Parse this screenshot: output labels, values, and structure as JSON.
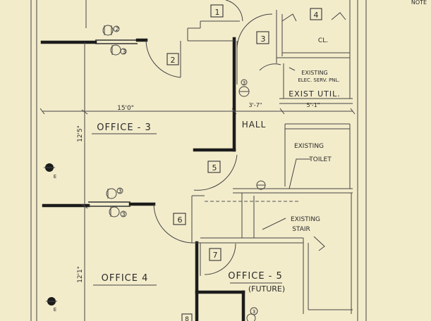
{
  "rooms": {
    "office3": "OFFICE - 3",
    "office4": "OFFICE 4",
    "office5": "OFFICE - 5",
    "office5_note": "(FUTURE)",
    "hall": "HALL",
    "closet": "CL.",
    "exist_util": "EXIST UTIL."
  },
  "notes": {
    "existing_elec_1": "EXISTING",
    "existing_elec_2": "ELEC. SERV. PNL.",
    "existing_toilet_1": "EXISTING",
    "existing_toilet_2": "TOILET",
    "existing_stair_1": "EXISTING",
    "existing_stair_2": "STAIR",
    "corner_note": "NOTE"
  },
  "dimensions": {
    "office3_width": "15'0\"",
    "office3_depth": "12'5\"",
    "hall_width": "3'-7\"",
    "util_width": "5'-1\"",
    "office4_depth": "12'1\""
  },
  "door_tags": [
    "1",
    "2",
    "3",
    "4",
    "5",
    "6",
    "7",
    "8"
  ],
  "fixture_tags": {
    "circled_3": "3",
    "circled_2": "2",
    "outlet_e": "E"
  },
  "colors": {
    "paper": "#f3eccb",
    "ink": "#1c1c1c"
  }
}
